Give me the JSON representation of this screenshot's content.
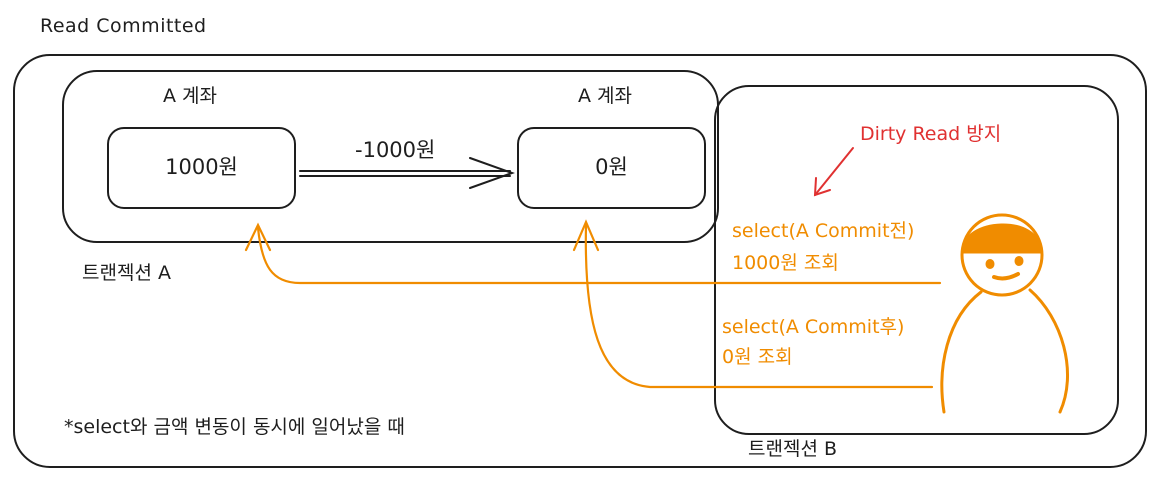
{
  "title": "Read Committed",
  "account_label_left": "A 계좌",
  "account_label_right": "A 계좌",
  "balance_before": "1000원",
  "balance_after": "0원",
  "transfer_amount": "-1000원",
  "transaction_a": "트랜젝션 A",
  "transaction_b": "트랜젝션 B",
  "annotation": "Dirty Read 방지",
  "select_before": {
    "line1": "select(A Commit전)",
    "line2": "1000원 조회"
  },
  "select_after": {
    "line1": "select(A Commit후)",
    "line2": "0원 조회"
  },
  "footnote": "*select와 금액 변동이 동시에 일어났을 때",
  "colors": {
    "stroke": "#1e1e1e",
    "accent": "#f08c00",
    "annotation": "#e03131"
  },
  "icons": {
    "user": "person-figure-icon"
  }
}
